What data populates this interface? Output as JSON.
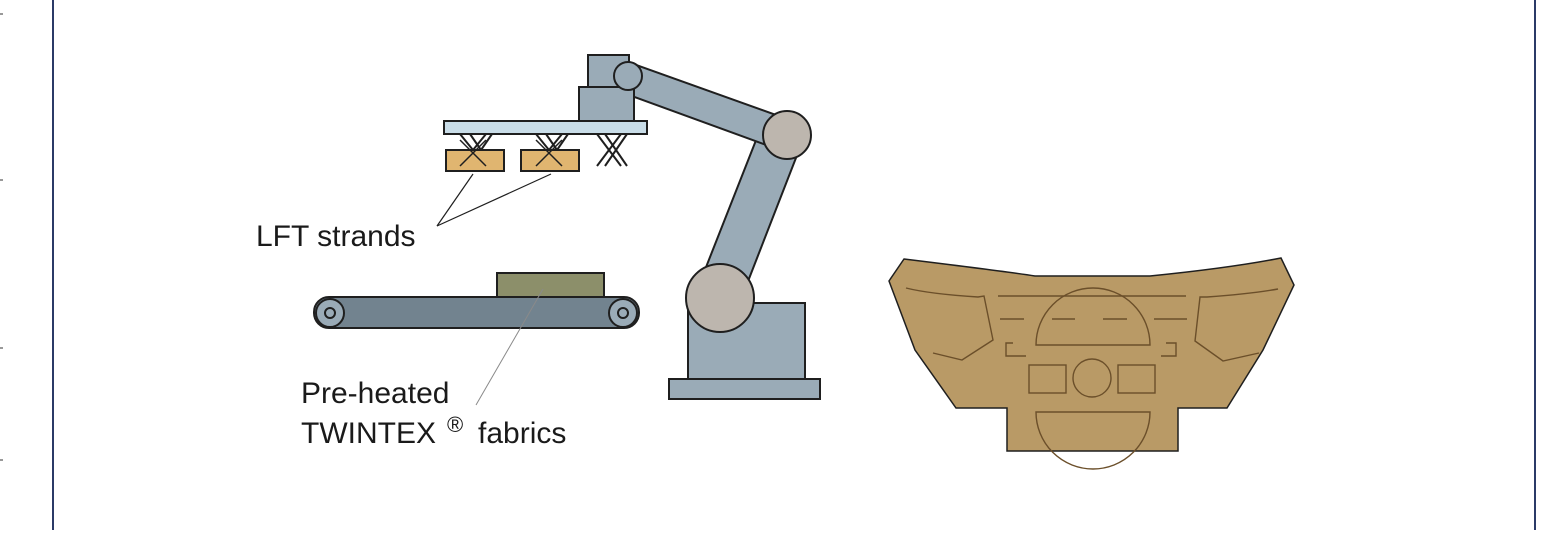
{
  "labels": {
    "lft_strands": "LFT strands",
    "preheated_line1": "Pre-heated",
    "preheated_line2_main": "TWINTEX",
    "preheated_line2_mark": "®",
    "preheated_line2_rest": "fabrics"
  },
  "colors": {
    "frame": "#2b3a67",
    "robot_fill": "#9aabb7",
    "joint_fill": "#bdb6ae",
    "gripper_plate": "#c9dde8",
    "strand_fill": "#e0b570",
    "conveyor_fill": "#72838f",
    "conveyor_roller": "#9aabb7",
    "fabric_fill": "#8c8f6a",
    "part_fill": "#b99a66",
    "part_line": "#6b4f2a",
    "outline": "#1f1f1f"
  },
  "icons": {
    "robot": "industrial-robot-arm-icon",
    "conveyor": "conveyor-belt-icon",
    "part": "molded-dashboard-part-icon"
  }
}
